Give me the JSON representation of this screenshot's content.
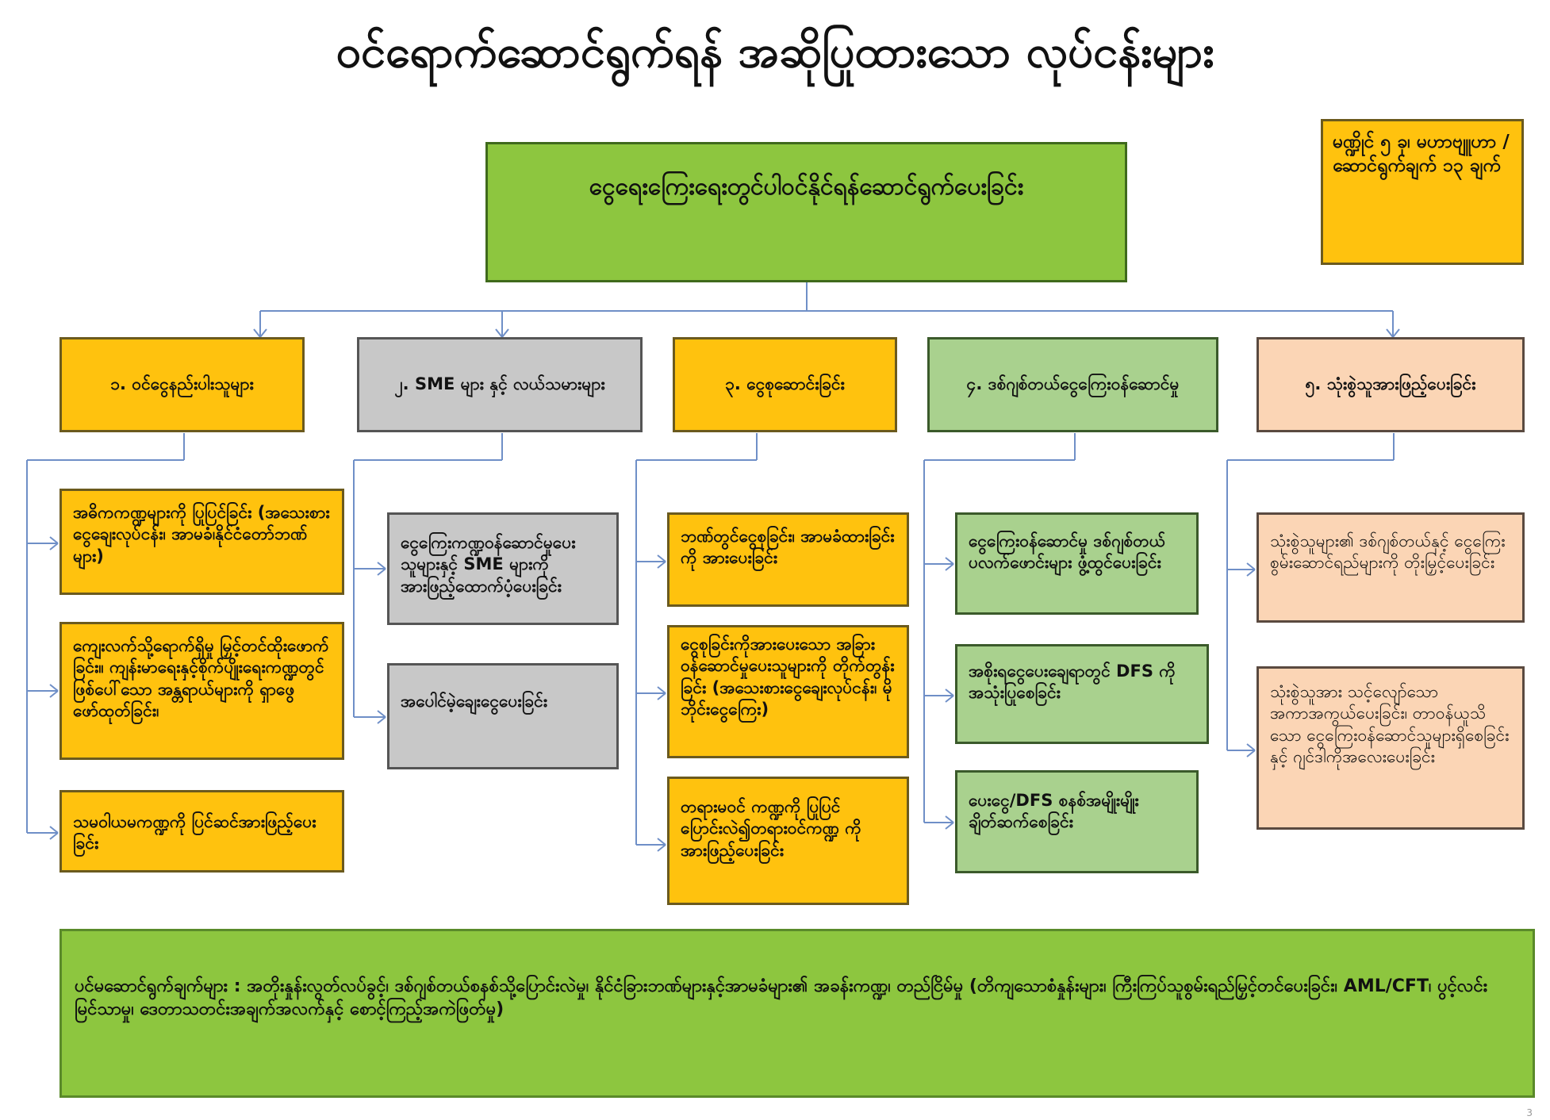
{
  "title": "ဝင်ရောက်ဆောင်ရွက်ရန် အဆိုပြုထားသော လုပ်ငန်းများ",
  "main_goal": "ငွေရေးကြေးရေးတွင်ပါဝင်နိုင်ရန်ဆောင်ရွက်ပေးခြင်း",
  "note": "မဏ္ဍိုင် ၅ ခု၊ မဟာဗျူဟာ / ဆောင်ရွက်ချက် ၁၃ ချက်",
  "pillars": [
    {
      "label": "၁. ဝင်ငွေနည်းပါးသူများ",
      "items": [
        "အဓိကကဏ္ဍများကို ပြုပြင်ခြင်း (အသေးစားငွေချေးလုပ်ငန်း၊ အာမခံ၊နိုင်ငံတော်ဘဏ်များ)",
        "ကျေးလက်သို့ရောက်ရှိမှု မြှင့်တင်ထိုးဖောက်ခြင်း။ ကျန်းမာရေးနှင့်စိုက်ပျိုးရေးကဏ္ဍတွင် ဖြစ်ပေါ်သော အန္တရာယ်များကို ရှာဖွေဖော်ထုတ်ခြင်း၊",
        "သမဝါယမကဏ္ဍကို ပြင်ဆင်အားဖြည့်ပေးခြင်း"
      ]
    },
    {
      "label": "၂. SME များ နှင့် လယ်သမားများ",
      "items": [
        "ငွေကြေးကဏ္ဍဝန်ဆောင်မှုပေးသူများနှင့် SME များကို အားဖြည့်ထောက်ပံ့ပေးခြင်း",
        "အပေါင်မဲ့ချေးငွေပေးခြင်း"
      ]
    },
    {
      "label": "၃. ငွေစုဆောင်းခြင်း",
      "items": [
        "ဘဏ်တွင်ငွေစုခြင်း၊ အာမခံထားခြင်းကို အားပေးခြင်း",
        "ငွေစုခြင်းကိုအားပေးသော အခြားဝန်ဆောင်မှုပေးသူများကို တိုက်တွန်းခြင်း (အသေးစားငွေချေးလုပ်ငန်း၊ မိုဘိုင်းငွေကြေး)",
        "တရားမဝင် ကဏ္ဍကို ပြုပြင်ပြောင်းလဲ၍တရားဝင်ကဏ္ဍ ကို အားဖြည့်ပေးခြင်း"
      ]
    },
    {
      "label": "၄. ဒစ်ဂျစ်တယ်ငွေကြေးဝန်ဆောင်မှု",
      "items": [
        "ငွေကြေးဝန်ဆောင်မှု ဒစ်ဂျစ်တယ်ပလက်ဖောင်းများ ဖွံ့ထွင်ပေးခြင်း",
        "အစိုးရငွေပေးချေရာတွင် DFS ကို အသုံးပြုစေခြင်း",
        "ပေးငွေ/DFS စနစ်အမျိုးမျိုးချိတ်ဆက်စေခြင်း"
      ]
    },
    {
      "label": "၅. သုံးစွဲသူအားဖြည့်ပေးခြင်း",
      "items": [
        "သုံးစွဲသူများ၏ ဒစ်ဂျစ်တယ်နှင့် ငွေကြေးစွမ်းဆောင်ရည်များကို တိုးမြှင့်ပေးခြင်း",
        "သုံးစွဲသူအား သင့်လျော်သော အကာအကွယ်ပေးခြင်း၊ တာဝန်ယူသိသော ငွေကြေးဝန်ဆောင်သူများရှိစေခြင်းနှင့် ဂျင်ဒါကိုအလေးပေးခြင်း"
      ]
    }
  ],
  "foundation": "ပင်မဆောင်ရွက်ချက်များ : အတိုးနှုန်းလွတ်လပ်ခွင့်၊ ဒစ်ဂျစ်တယ်စနစ်သို့ပြောင်းလဲမှု၊ နိုင်ငံခြားဘဏ်များနှင့်အာမခံများ၏ အခန်းကဏ္ဍ၊ တည်ငြိမ်မှု (တိကျသောစံနှုန်းများ၊ ကြီးကြပ်သူစွမ်းရည်မြှင့်တင်ပေးခြင်း၊ AML/CFT၊ ပွင့်လင်းမြင်သာမှု၊ ဒေတာသတင်းအချက်အလက်နှင့် စောင့်ကြည့်အကဲဖြတ်မှု)",
  "page_number": "3",
  "colors": {
    "orange": "#ffc20e",
    "gray": "#c8c8c8",
    "green": "#a9d18e",
    "lime": "#8dc63f",
    "peach": "#fbd5b5",
    "connector": "#6f8fc7"
  }
}
